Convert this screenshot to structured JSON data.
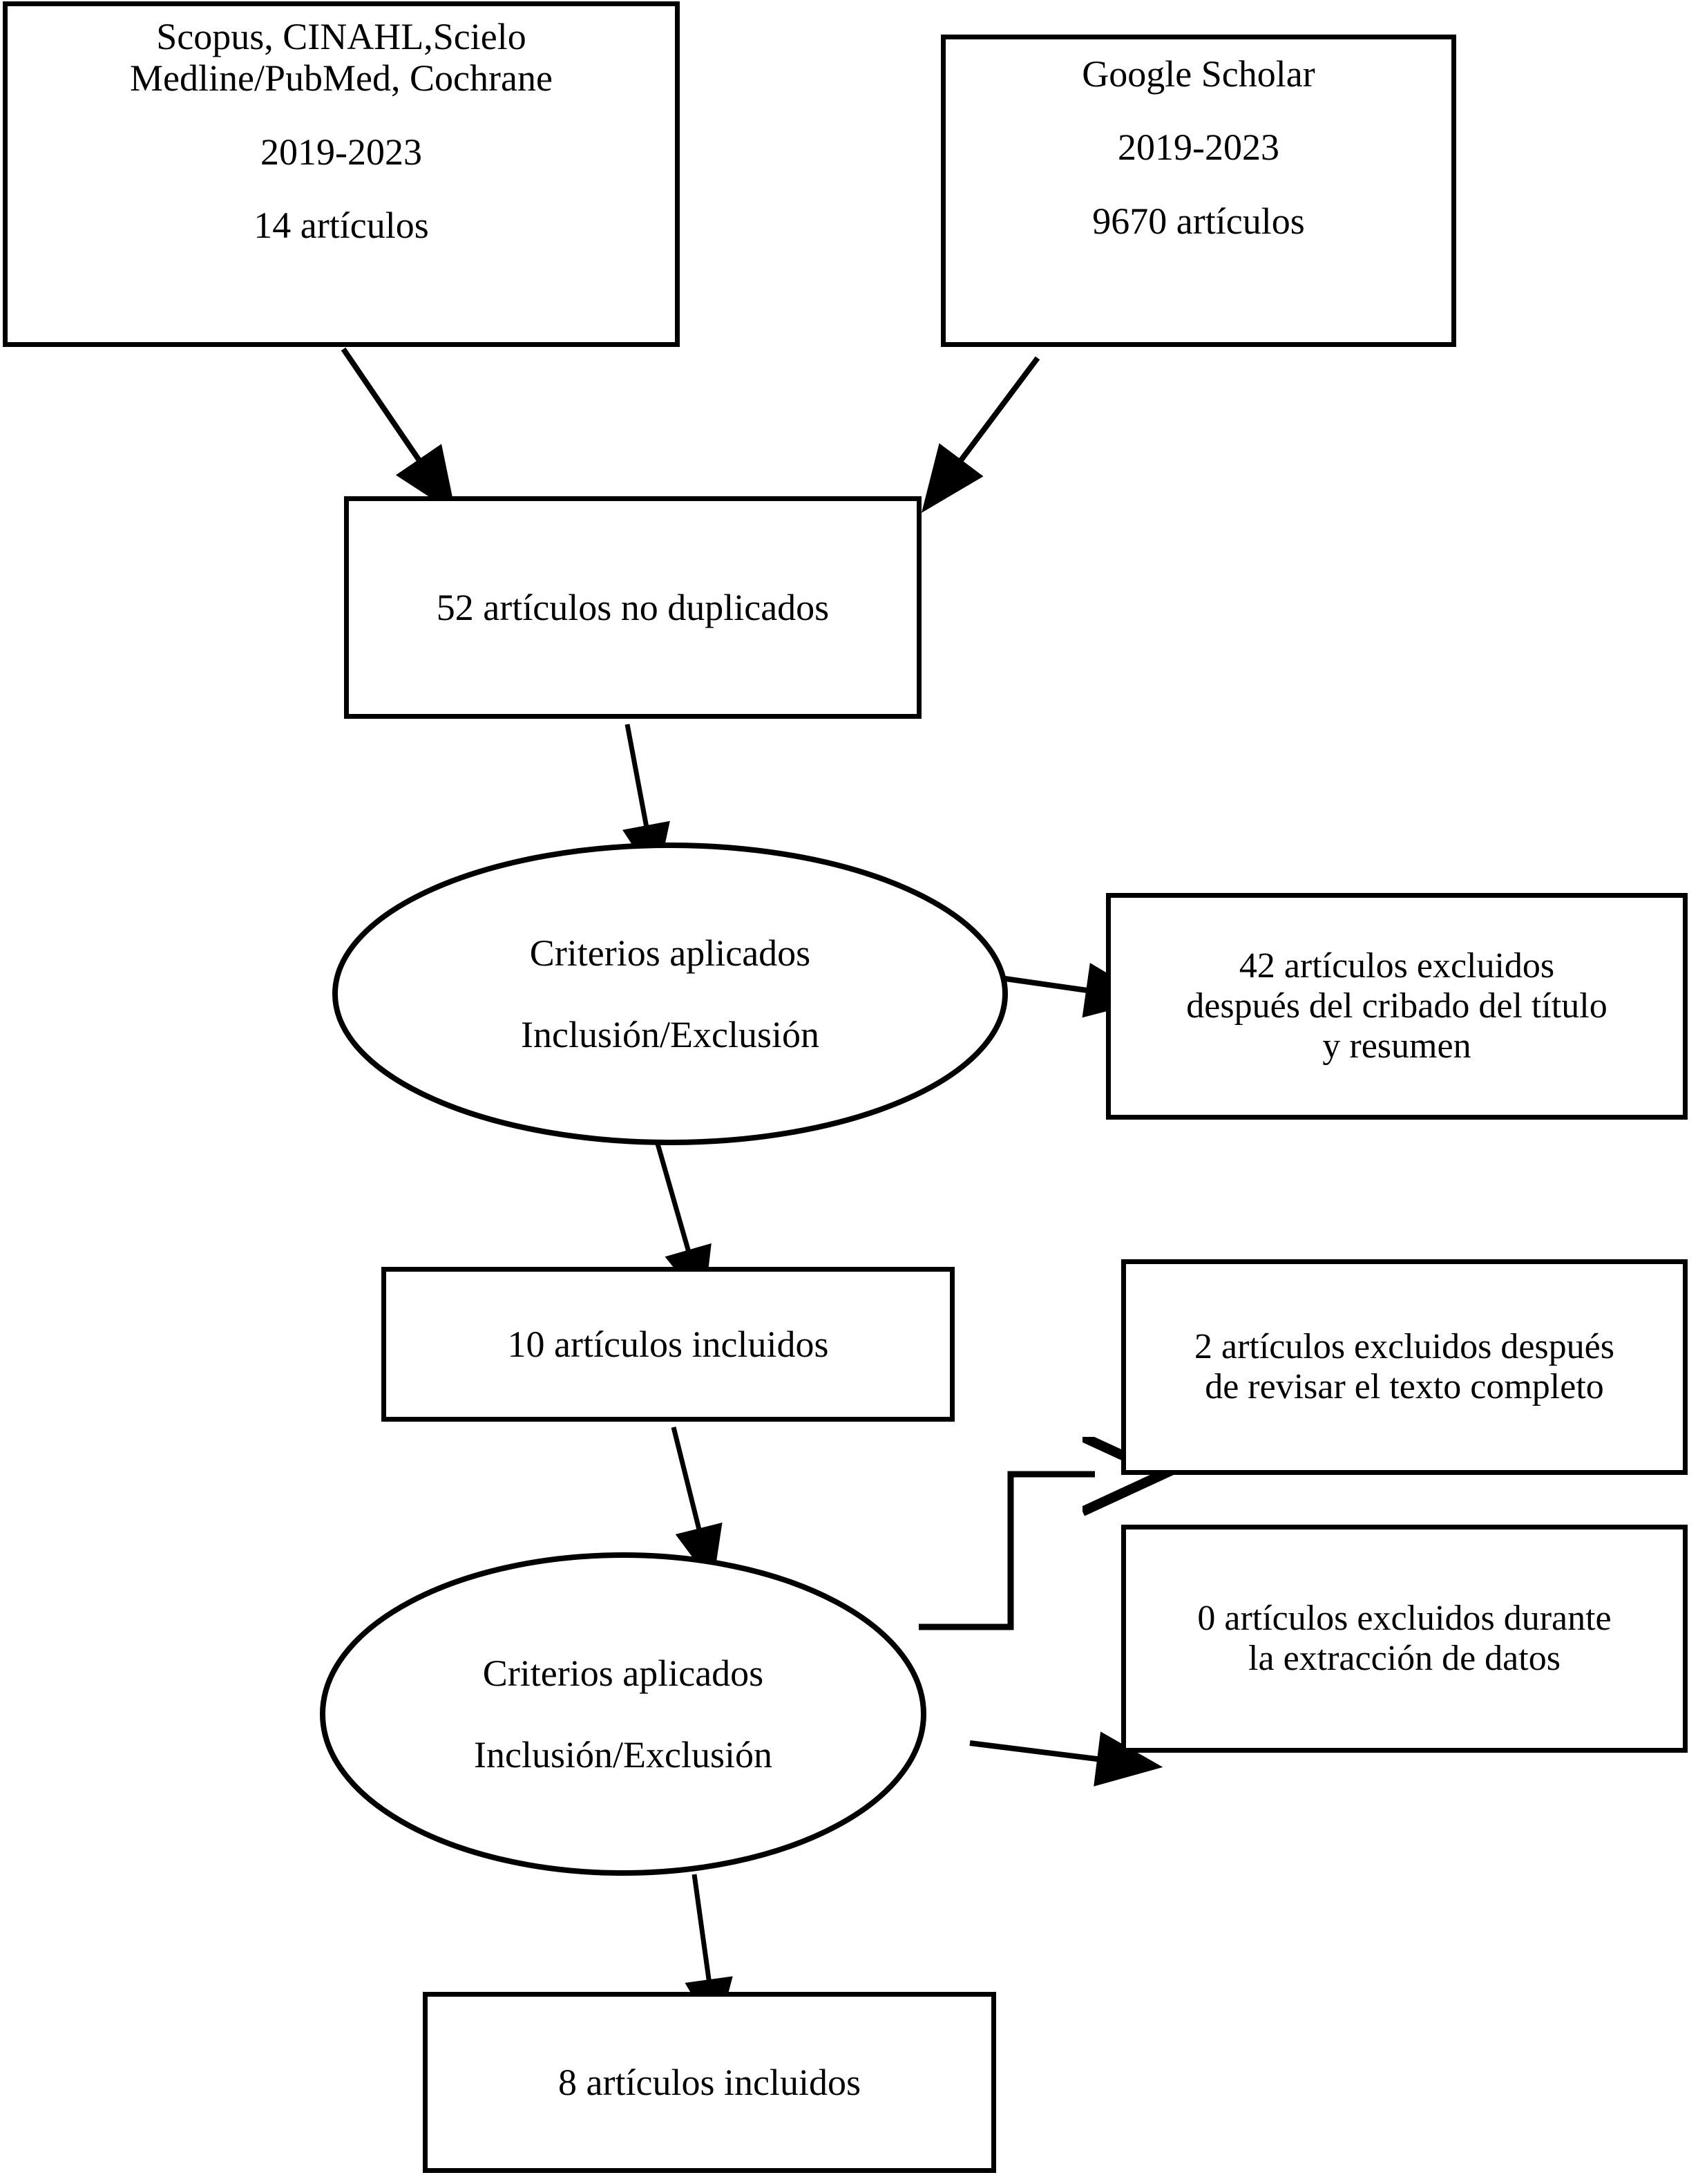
{
  "diagram": {
    "type": "prisma-flow-diagram",
    "language": "es",
    "nodes": {
      "source_databases": {
        "shape": "rectangle",
        "lines": [
          "Scopus, CINAHL,Scielo",
          "Medline/PubMed, Cochrane",
          "2019-2023",
          "14 artículos"
        ],
        "line1": "Scopus, CINAHL,Scielo",
        "line2": "Medline/PubMed, Cochrane",
        "line3": "2019-2023",
        "line4": "14 artículos",
        "count": 14
      },
      "source_google_scholar": {
        "shape": "rectangle",
        "line1": "Google Scholar",
        "line2": "2019-2023",
        "line3": "9670 artículos",
        "count": 9670
      },
      "non_duplicates": {
        "shape": "rectangle",
        "line1": "52 artículos no duplicados",
        "count": 52
      },
      "criteria_1": {
        "shape": "ellipse",
        "line1": "Criterios aplicados",
        "line2": "Inclusión/Exclusión"
      },
      "excluded_screening": {
        "shape": "rectangle",
        "line1": "42 artículos excluidos",
        "line2": "después del cribado del título",
        "line3": "y resumen",
        "count": 42
      },
      "included_10": {
        "shape": "rectangle",
        "line1": "10 artículos incluidos",
        "count": 10
      },
      "excluded_fulltext": {
        "shape": "rectangle",
        "line1": "2 artículos excluidos después",
        "line2": "de revisar el texto completo",
        "count": 2
      },
      "criteria_2": {
        "shape": "ellipse",
        "line1": "Criterios aplicados",
        "line2": "Inclusión/Exclusión"
      },
      "excluded_extraction": {
        "shape": "rectangle",
        "line1": "0 artículos excluidos durante",
        "line2": "la extracción de datos",
        "count": 0
      },
      "included_8": {
        "shape": "rectangle",
        "line1": "8 artículos incluidos",
        "count": 8
      }
    },
    "edges": [
      {
        "from": "source_databases",
        "to": "non_duplicates",
        "arrow": "filled"
      },
      {
        "from": "source_google_scholar",
        "to": "non_duplicates",
        "arrow": "filled"
      },
      {
        "from": "non_duplicates",
        "to": "criteria_1",
        "arrow": "filled"
      },
      {
        "from": "criteria_1",
        "to": "excluded_screening",
        "arrow": "filled"
      },
      {
        "from": "criteria_1",
        "to": "included_10",
        "arrow": "filled"
      },
      {
        "from": "included_10",
        "to": "criteria_2",
        "arrow": "filled"
      },
      {
        "from": "criteria_2",
        "to": "excluded_fulltext",
        "arrow": "open",
        "routing": "elbow"
      },
      {
        "from": "criteria_2",
        "to": "excluded_extraction",
        "arrow": "filled"
      },
      {
        "from": "criteria_2",
        "to": "included_8",
        "arrow": "filled"
      }
    ],
    "colors": {
      "stroke": "#000000",
      "fill": "#ffffff",
      "text": "#000000"
    }
  }
}
